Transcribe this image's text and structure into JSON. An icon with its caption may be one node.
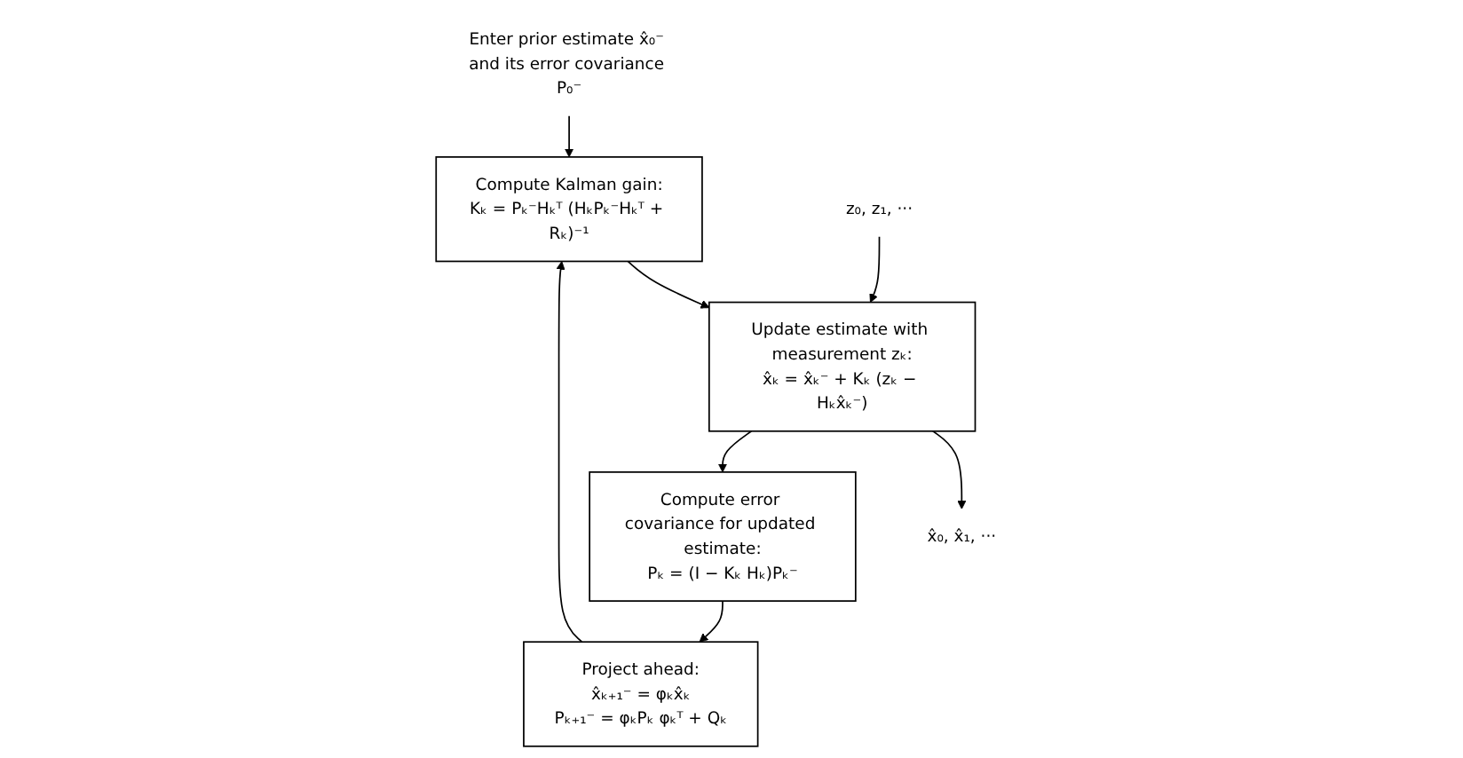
{
  "diagram": {
    "nodes": [
      {
        "text": [
          "Enter prior estimate x̂₀⁻ and its error covariance P₀⁻"
        ]
      },
      {
        "text": [
          "Compute Kalman gain:",
          "Kₖ = Pₖ⁻Hₖᵀ (HₖPₖ⁻Hₖᵀ + Rₖ)⁻¹"
        ]
      },
      {
        "text": [
          "Update estimate with measurement zₖ:",
          "x̂ₖ = x̂ₖ⁻ + Kₖ (zₖ − Hₖx̂ₖ⁻)"
        ]
      },
      {
        "text": [
          "Compute error covariance for updated estimate:",
          "Pₖ = (I − Kₖ Hₖ)Pₖ⁻"
        ]
      },
      {
        "text": [
          "Project ahead:",
          "x̂ₖ₊₁⁻ = φₖx̂ₖ",
          "Pₖ₊₁⁻ = φₖPₖ φₖᵀ + Qₖ"
        ]
      },
      {
        "text": [
          "z₀, z₁, ···"
        ]
      },
      {
        "text": [
          "x̂₀, x̂₁, ···"
        ]
      }
    ],
    "edges": [
      {
        "from": 0,
        "to": 1,
        "arrow": "to"
      },
      {
        "from": 1,
        "to": 2,
        "arrow": "to"
      },
      {
        "from": 5,
        "to": 2,
        "arrow": "to"
      },
      {
        "from": 2,
        "to": 6,
        "arrow": "to"
      },
      {
        "from": 2,
        "to": 3,
        "arrow": "to"
      },
      {
        "from": 3,
        "to": 4,
        "arrow": "to"
      },
      {
        "from": 4,
        "to": 1,
        "arrow": "to"
      }
    ]
  }
}
